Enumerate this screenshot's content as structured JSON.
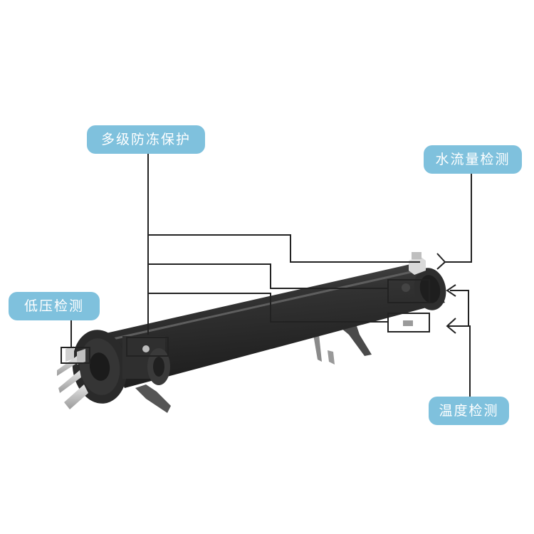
{
  "colors": {
    "callout_bg": "#7fc1dd",
    "callout_text": "#ffffff",
    "leader_line": "#222222",
    "tube_body": "#2b2b2b",
    "tube_highlight": "#4a4a4a",
    "flange": "#3a3a3a",
    "pipes": "#c8c8c8"
  },
  "callouts": {
    "antifreeze": "多级防冻保护",
    "water_flow": "水流量检测",
    "low_pressure": "低压检测",
    "temperature": "温度检测"
  }
}
